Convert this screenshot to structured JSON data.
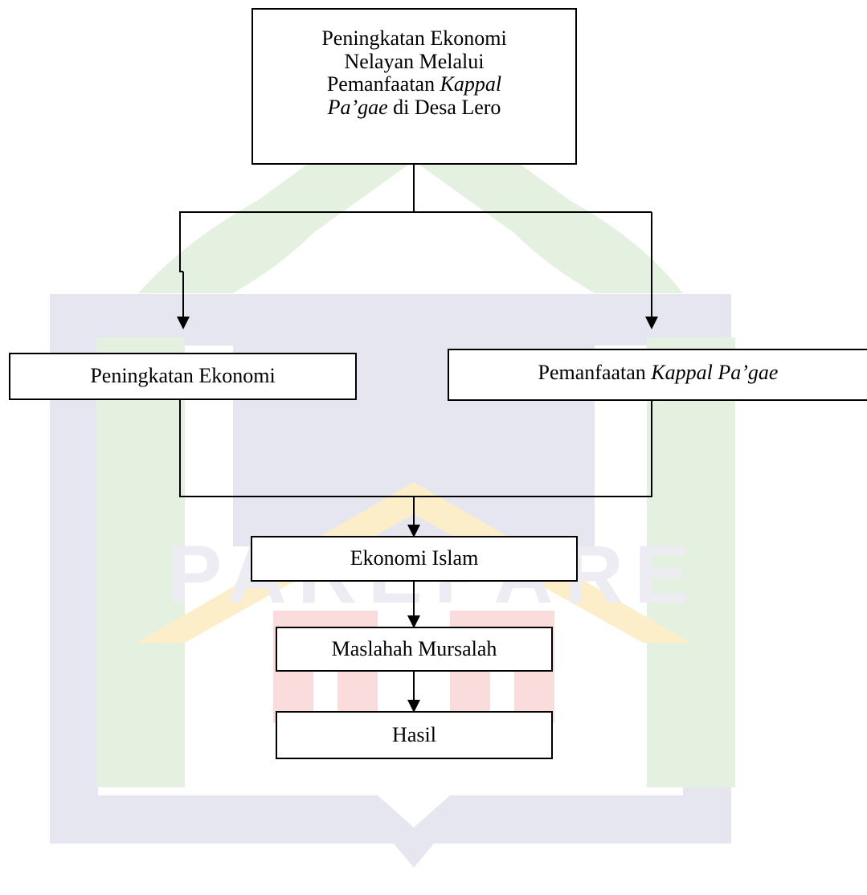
{
  "nodes": {
    "top": {
      "line1": "Peningkatan Ekonomi",
      "line2": "Nelayan Melalui",
      "line3_prefix": "Pemanfaatan ",
      "line3_italic": "Kappal",
      "line4_italic": "Pa’gae",
      "line4_suffix": " di Desa Lero"
    },
    "left": {
      "label": "Peningkatan Ekonomi"
    },
    "right": {
      "prefix": "Pemanfaatan ",
      "italic": "Kappal Pa’gae"
    },
    "islam": {
      "label": "Ekonomi Islam"
    },
    "maslahah": {
      "label": "Maslahah Mursalah"
    },
    "hasil": {
      "label": "Hasil"
    }
  },
  "watermark": {
    "text": "PAREPARE",
    "colors": {
      "green": "#e4f0e0",
      "blue": "#e6e6f0",
      "gold": "#fbeec8",
      "red": "#fbdcdc"
    }
  }
}
